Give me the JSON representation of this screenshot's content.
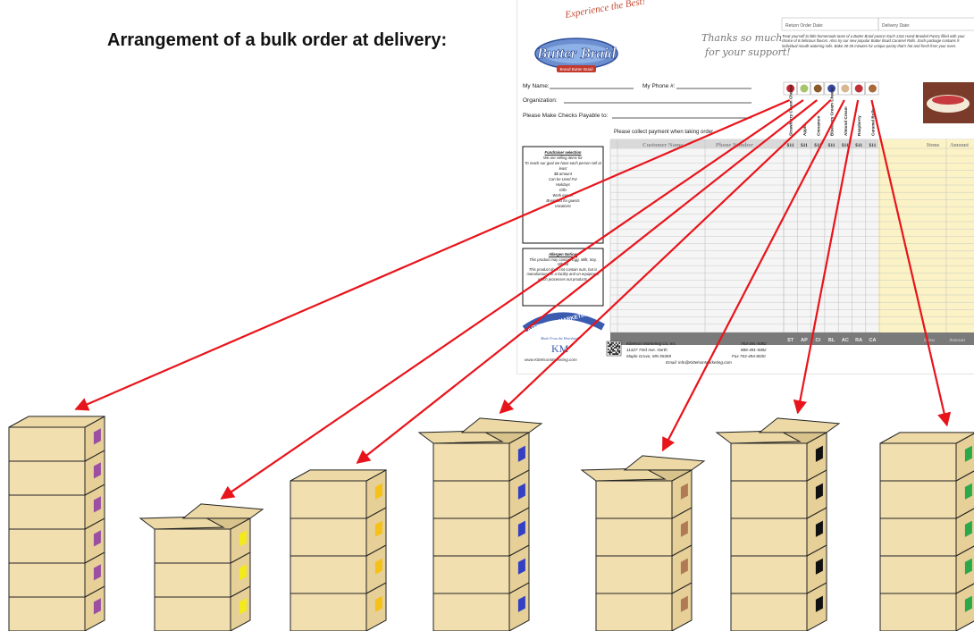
{
  "title": "Arrangement of a bulk order at delivery:",
  "form": {
    "brand_tagline": "Experience the Best!",
    "brand_name": "Butter Braid",
    "brand_sub": "Brand Butter Braid",
    "thanks": [
      "Thanks so much",
      "for your support!"
    ],
    "header_fields": [
      "Return Order Date:",
      "Delivery Date:"
    ],
    "intro_text": "Treat yourself to little homemade taste of a Butter Braid pastry! Each 13oz Hand-Braided Pastry filled with your choice of 8 delicious flavors. Also try our new popular Butter Braid Caramel Rolls. Each package contains 9 individual mouth-watering rolls. Bake 30-35 minutes for unique pastry that's hot and fresh from your oven.",
    "my_name_label": "My Name:",
    "my_phone_label": "My Phone #:",
    "organization_label": "Organization:",
    "checks_label": "Please Make Checks Payable to:",
    "collect_note": "Please collect payment when taking order.",
    "col_customer": "Customer Name",
    "col_phone": "Phone Number",
    "flavors": [
      {
        "name": "Strawberry Cream Cheese",
        "price": "$11",
        "code": "ST"
      },
      {
        "name": "Apple",
        "price": "$11",
        "code": "AP"
      },
      {
        "name": "Cinnamon",
        "price": "$11",
        "code": "CI"
      },
      {
        "name": "Blueberry Cream Cheese",
        "price": "$11",
        "code": "BL"
      },
      {
        "name": "Almond Cream",
        "price": "$11",
        "code": "AC"
      },
      {
        "name": "Raspberry",
        "price": "$11",
        "code": "RA"
      },
      {
        "name": "Caramel Rolls",
        "price": "$11",
        "code": "CA"
      }
    ],
    "col_items": "Items",
    "col_amount": "Amount",
    "foot_items": "Items",
    "foot_amount": "Amount",
    "sidebar_box1": [
      "Fundraiser selection",
      "We are selling items for",
      "To reach our goal we have each person sell at least",
      "$$ amount",
      "Can be Used For",
      "Holidays",
      "Gifts",
      "Work events",
      "Breakfast for guests",
      "Vacations"
    ],
    "sidebar_box2": [
      "Allergen Notice:",
      "This product may contain Egg, Milk, Soy, Wheat",
      "This product does not contain nuts, but is manufactured in a facility and on equipment which processes nut products."
    ],
    "company": {
      "logo_name": "KITTELSON MARKETING",
      "logo_tag": "Made From the Heartland",
      "logo_initials": "KM",
      "url": "www.KittelsonMarketing.com",
      "address": [
        "Kittelson Marketing Co, Inc",
        "11327 73rd Ave. North",
        "Maple Grove, MN 55369"
      ],
      "phones": [
        "763-491-5082",
        "888-491-5082",
        "Fax 763-494-8030"
      ],
      "email": "Email: info@KittelsonMarketing.com"
    }
  },
  "stacks": [
    {
      "flavor_code": "ST",
      "box_count": 6,
      "open_top": false,
      "label_color": "#9b4fa3"
    },
    {
      "flavor_code": "AP",
      "box_count": 3,
      "open_top": true,
      "label_color": "#f2ea1a"
    },
    {
      "flavor_code": "CI",
      "box_count": 4,
      "open_top": false,
      "label_color": "#f5c119"
    },
    {
      "flavor_code": "BL",
      "box_count": 5,
      "open_top": true,
      "label_color": "#3340c4"
    },
    {
      "flavor_code": "AC",
      "box_count": 4,
      "open_top": true,
      "label_color": "#b07a55"
    },
    {
      "flavor_code": "RA",
      "box_count": 5,
      "open_top": true,
      "label_color": "#111111"
    },
    {
      "flavor_code": "CA",
      "box_count": 5,
      "open_top": false,
      "label_color": "#2aa84a"
    }
  ],
  "colors": {
    "box_front": "#f1dfb0",
    "box_side": "#e6d098",
    "box_top": "#ecd9a6",
    "box_edge": "#222222",
    "arrow": "#e8141b"
  }
}
